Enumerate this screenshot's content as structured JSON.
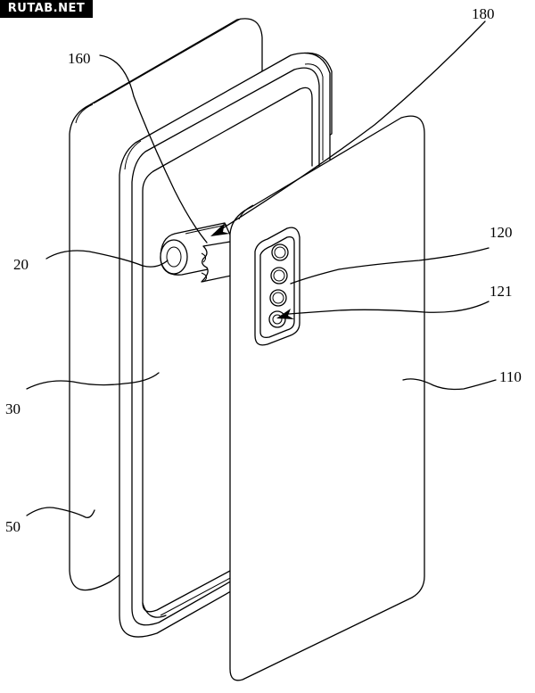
{
  "watermark": "RUTAB.NET",
  "labels": {
    "l180": "180",
    "l160": "160",
    "l120": "120",
    "l121": "121",
    "l20": "20",
    "l30": "30",
    "l110": "110",
    "l50": "50"
  }
}
